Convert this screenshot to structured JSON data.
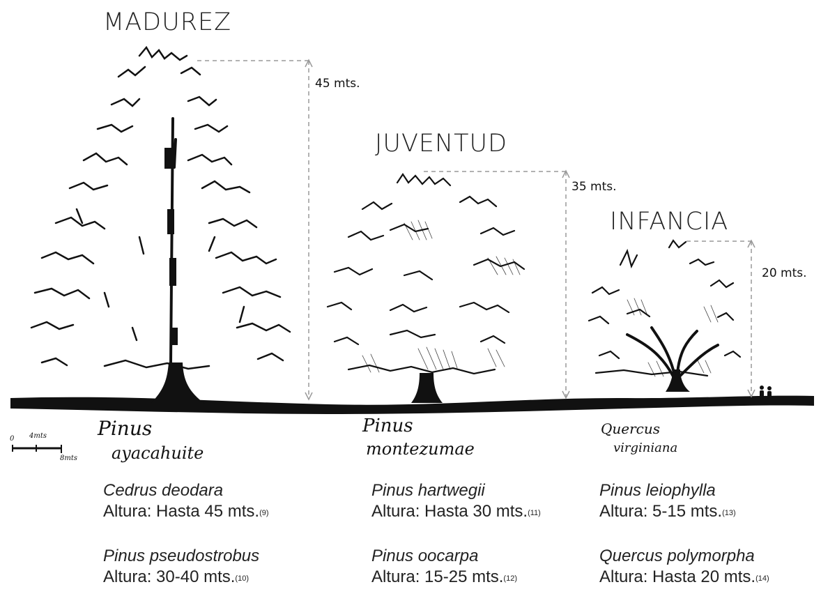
{
  "stages": {
    "adult": {
      "title": "MADUREZ",
      "height_label": "45 mts.",
      "height_m": 45
    },
    "young": {
      "title": "JUVENTUD",
      "height_label": "35 mts.",
      "height_m": 35
    },
    "child": {
      "title": "INFANCIA",
      "height_label": "20 mts.",
      "height_m": 20
    }
  },
  "handwritten": {
    "tree1_line1": "Pinus",
    "tree1_line2": "ayacahuite",
    "tree2_line1": "Pinus",
    "tree2_line2": "montezumae",
    "tree3_line1": "Quercus",
    "tree3_line2": "virginiana"
  },
  "scale_bar": {
    "zero": "0",
    "mid": "4mts",
    "end": "8mts"
  },
  "species": {
    "col1": [
      {
        "name": "Cedrus deodara",
        "height": "Altura: Hasta 45 mts.",
        "ref": "(9)"
      },
      {
        "name": "Pinus pseudostrobus",
        "height": "Altura: 30-40 mts.",
        "ref": "(10)"
      }
    ],
    "col2": [
      {
        "name": "Pinus hartwegii",
        "height": "Altura: Hasta 30 mts.",
        "ref": "(11)"
      },
      {
        "name": "Pinus oocarpa",
        "height": "Altura: 15-25 mts.",
        "ref": "(12)"
      }
    ],
    "col3": [
      {
        "name": "Pinus leiophylla",
        "height": "Altura: 5-15 mts.",
        "ref": "(13)"
      },
      {
        "name": "Quercus polymorpha",
        "height": "Altura: Hasta 20 mts.",
        "ref": "(14)"
      }
    ]
  },
  "colors": {
    "ink": "#111111",
    "dashed": "#999999"
  }
}
